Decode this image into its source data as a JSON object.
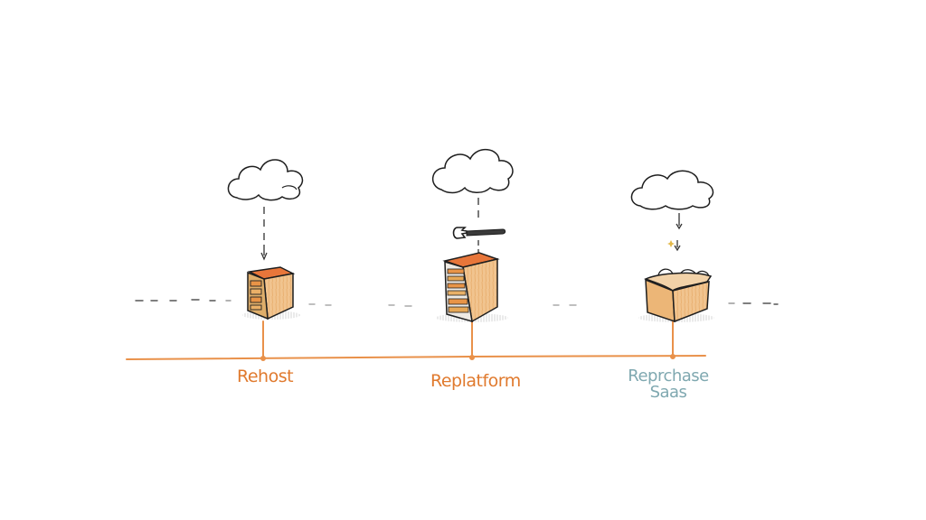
{
  "diagram": {
    "type": "migration-strategies-sketch",
    "style": "hand-drawn ink and marker",
    "colors": {
      "background": "#ffffff",
      "ink": "#1e1e1e",
      "timeline": "#e9914a",
      "box_top": "#e8763a",
      "box_side": "#f0c89a",
      "box_front": "#e9a862",
      "label_orange": "#e07a2e",
      "label_teal": "#7fa8b0"
    },
    "stages": [
      {
        "id": "rehost",
        "label": "Rehost",
        "label_color": "orange",
        "cloud_icon": "cloud-icon",
        "connector": "dashed-arrow-down",
        "object_icon": "small-server-cabinet-icon"
      },
      {
        "id": "replatform",
        "label": "Replatform",
        "label_color": "orange",
        "cloud_icon": "cloud-icon",
        "connector": "dashed-arrow-down",
        "tool_icon": "wrench-icon",
        "object_icon": "large-server-cabinet-icon"
      },
      {
        "id": "repurchase",
        "label_line1": "Reprchase",
        "label_line2": "Saas",
        "label_color": "teal",
        "cloud_icon": "cloud-icon",
        "connector": "dashed-arrow-down",
        "sparkle_icon": "sparkle-icon",
        "object_icon": "open-box-icon"
      }
    ],
    "timeline": {
      "orientation": "horizontal",
      "markers": 3
    }
  }
}
